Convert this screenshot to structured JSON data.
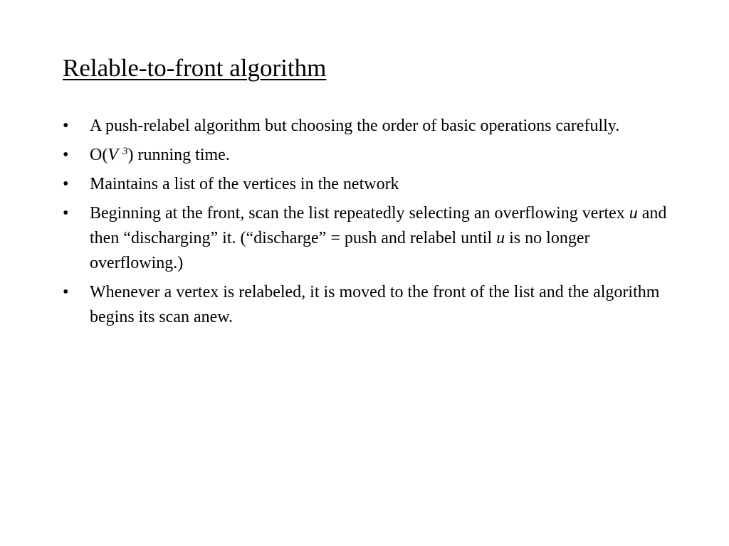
{
  "slide": {
    "title": "Relable-to-front algorithm",
    "bullet_marker": "•",
    "bullets": [
      {
        "text": "A push-relabel algorithm but choosing the order of basic operations carefully."
      },
      {
        "text_before": "O(",
        "italic_var": "V",
        "superscript": "3",
        "text_after": ") running time."
      },
      {
        "text": "Maintains a list of the vertices in the network"
      },
      {
        "part1": "Beginning at the front, scan the list repeatedly selecting an overflowing vertex ",
        "var1": "u",
        "part2": " and then “discharging” it. (“discharge” = push and relabel until ",
        "var2": "u",
        "part3": " is no longer overflowing.)"
      },
      {
        "text": "Whenever a vertex is relabeled, it is moved to the front of the list and the algorithm begins its scan anew."
      }
    ]
  }
}
